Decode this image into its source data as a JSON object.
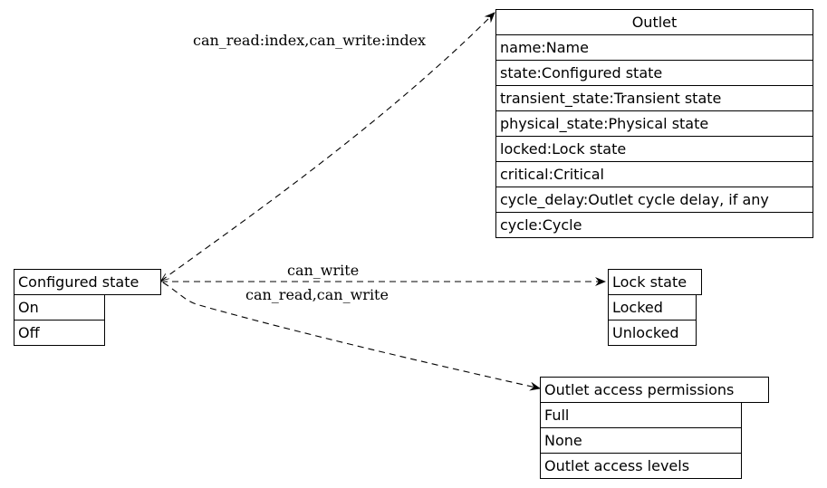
{
  "entities": {
    "outlet": {
      "title": "Outlet",
      "fields": [
        "name:Name",
        "state:Configured state",
        "transient_state:Transient state",
        "physical_state:Physical state",
        "locked:Lock state",
        "critical:Critical",
        "cycle_delay:Outlet cycle delay, if any",
        "cycle:Cycle"
      ]
    },
    "configured_state": {
      "title": "Configured state",
      "fields": [
        "On",
        "Off"
      ]
    },
    "lock_state": {
      "title": "Lock state",
      "fields": [
        "Locked",
        "Unlocked"
      ]
    },
    "access_permissions": {
      "title": "Outlet access permissions",
      "fields": [
        "Full",
        "None",
        "Outlet access levels"
      ]
    }
  },
  "edges": {
    "to_outlet": "can_read:index,can_write:index",
    "to_lock_state": "can_write",
    "to_access_permissions": "can_read,can_write"
  }
}
